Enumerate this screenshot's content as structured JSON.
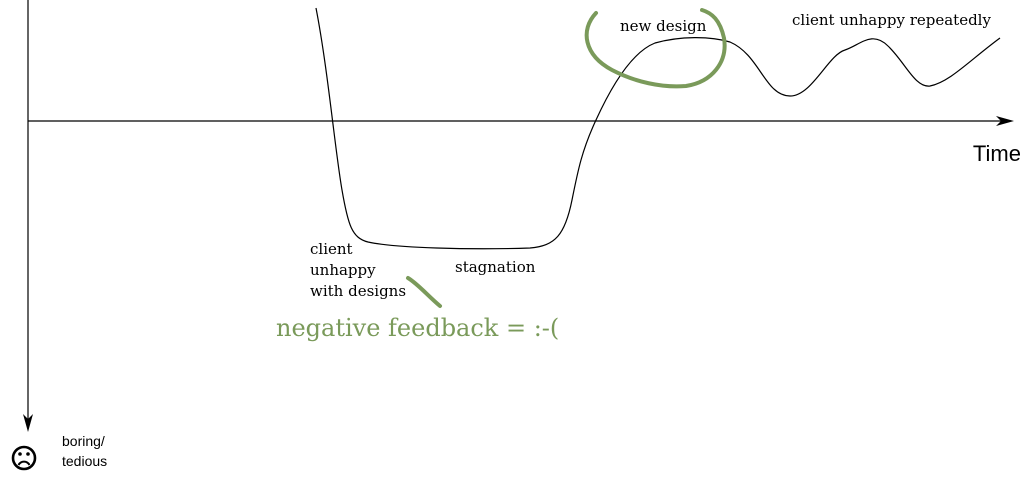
{
  "axes": {
    "x_label": "Time",
    "y_bottom_label_line1": "boring/",
    "y_bottom_label_line2": "tedious",
    "y_bottom_icon": "frown-face-icon"
  },
  "annotations": {
    "new_design": "new design",
    "client_unhappy_repeatedly": "client unhappy repeatedly",
    "client_line1": "client",
    "client_line2": "unhappy",
    "client_line3": "with designs",
    "stagnation": "stagnation",
    "negative_feedback": "negative feedback = :-("
  },
  "colors": {
    "ink": "#000000",
    "highlight": "#7a9a5a"
  }
}
